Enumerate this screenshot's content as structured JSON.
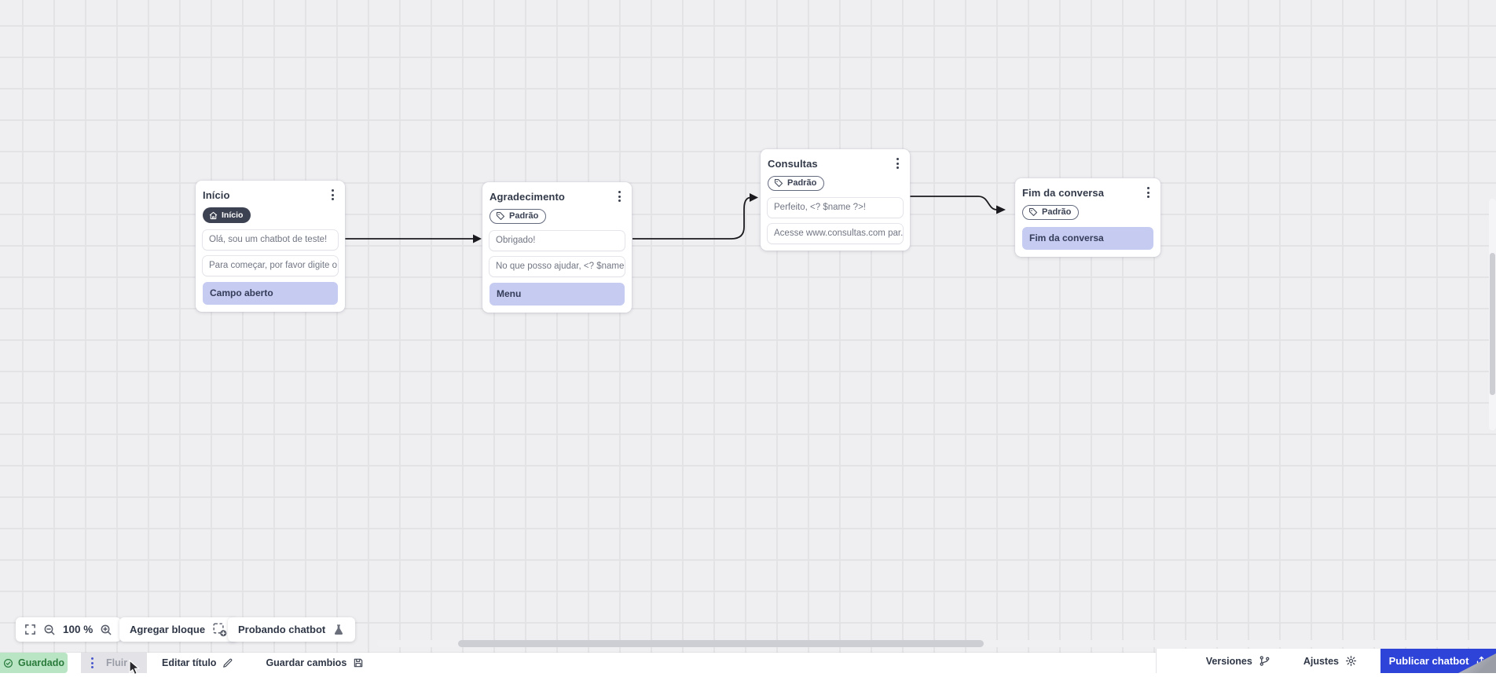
{
  "flow": {
    "nodes": [
      {
        "title": "Início",
        "tag": "Início",
        "messages": [
          "Olá, sou um chatbot de teste!",
          "Para começar, por favor digite o ..."
        ],
        "action": "Campo aberto"
      },
      {
        "title": "Agradecimento",
        "tag": "Padrão",
        "messages": [
          "Obrigado!",
          "No que posso ajudar, <? $name ..."
        ],
        "action": "Menu"
      },
      {
        "title": "Consultas",
        "tag": "Padrão",
        "messages": [
          "Perfeito, <? $name ?>!",
          "Acesse www.consultas.com par..."
        ]
      },
      {
        "title": "Fim da conversa",
        "tag": "Padrão",
        "messages": [],
        "action": "Fim da conversa"
      }
    ]
  },
  "toolbar": {
    "zoom_level": "100 %",
    "add_block": "Agregar bloque",
    "test_chatbot": "Probando chatbot"
  },
  "statusbar": {
    "saved": "Guardado",
    "flow_tab": "Fluir",
    "edit_title": "Editar título",
    "save_changes": "Guardar cambios",
    "versions": "Versiones",
    "settings": "Ajustes",
    "publish": "Publicar chatbot"
  },
  "colors": {
    "accent_blue": "#2e44d9",
    "saved_green_bg": "#b9e5c4",
    "saved_green_text": "#2a7a3b",
    "action_block_lavender": "#c6cbf1",
    "dark_badge": "#3d4252",
    "canvas_bg": "#efeff1"
  }
}
